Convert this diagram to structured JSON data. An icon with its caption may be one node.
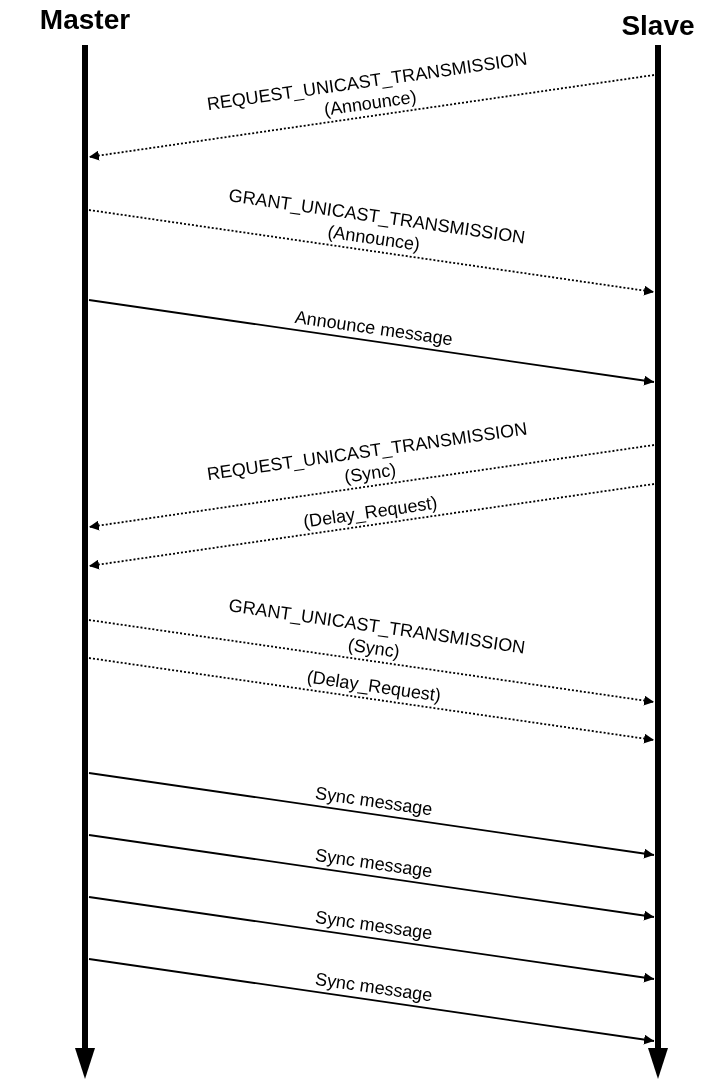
{
  "diagram": {
    "nodes": [
      {
        "text": [
          "Master"
        ]
      },
      {
        "text": [
          "Slave"
        ]
      }
    ],
    "edges": [
      {
        "from": 1,
        "to": 0,
        "arrow": "to",
        "style": "dashed",
        "label": "REQUEST_UNICAST_TRANSMISSION (Announce)"
      },
      {
        "from": 0,
        "to": 1,
        "arrow": "to",
        "style": "dashed",
        "label": "GRANT_UNICAST_TRANSMISSION (Announce)"
      },
      {
        "from": 0,
        "to": 1,
        "arrow": "to",
        "label": "Announce message"
      },
      {
        "from": 1,
        "to": 0,
        "arrow": "to",
        "style": "dashed",
        "label": "REQUEST_UNICAST_TRANSMISSION (Sync)"
      },
      {
        "from": 1,
        "to": 0,
        "arrow": "to",
        "style": "dashed",
        "label": "(Delay_Request)"
      },
      {
        "from": 0,
        "to": 1,
        "arrow": "to",
        "style": "dashed",
        "label": "GRANT_UNICAST_TRANSMISSION (Sync)"
      },
      {
        "from": 0,
        "to": 1,
        "arrow": "to",
        "style": "dashed",
        "label": "(Delay_Request)"
      },
      {
        "from": 0,
        "to": 1,
        "arrow": "to",
        "label": "Sync message"
      },
      {
        "from": 0,
        "to": 1,
        "arrow": "to",
        "label": "Sync message"
      },
      {
        "from": 0,
        "to": 1,
        "arrow": "to",
        "label": "Sync message"
      },
      {
        "from": 0,
        "to": 1,
        "arrow": "to",
        "label": "Sync message"
      }
    ]
  }
}
